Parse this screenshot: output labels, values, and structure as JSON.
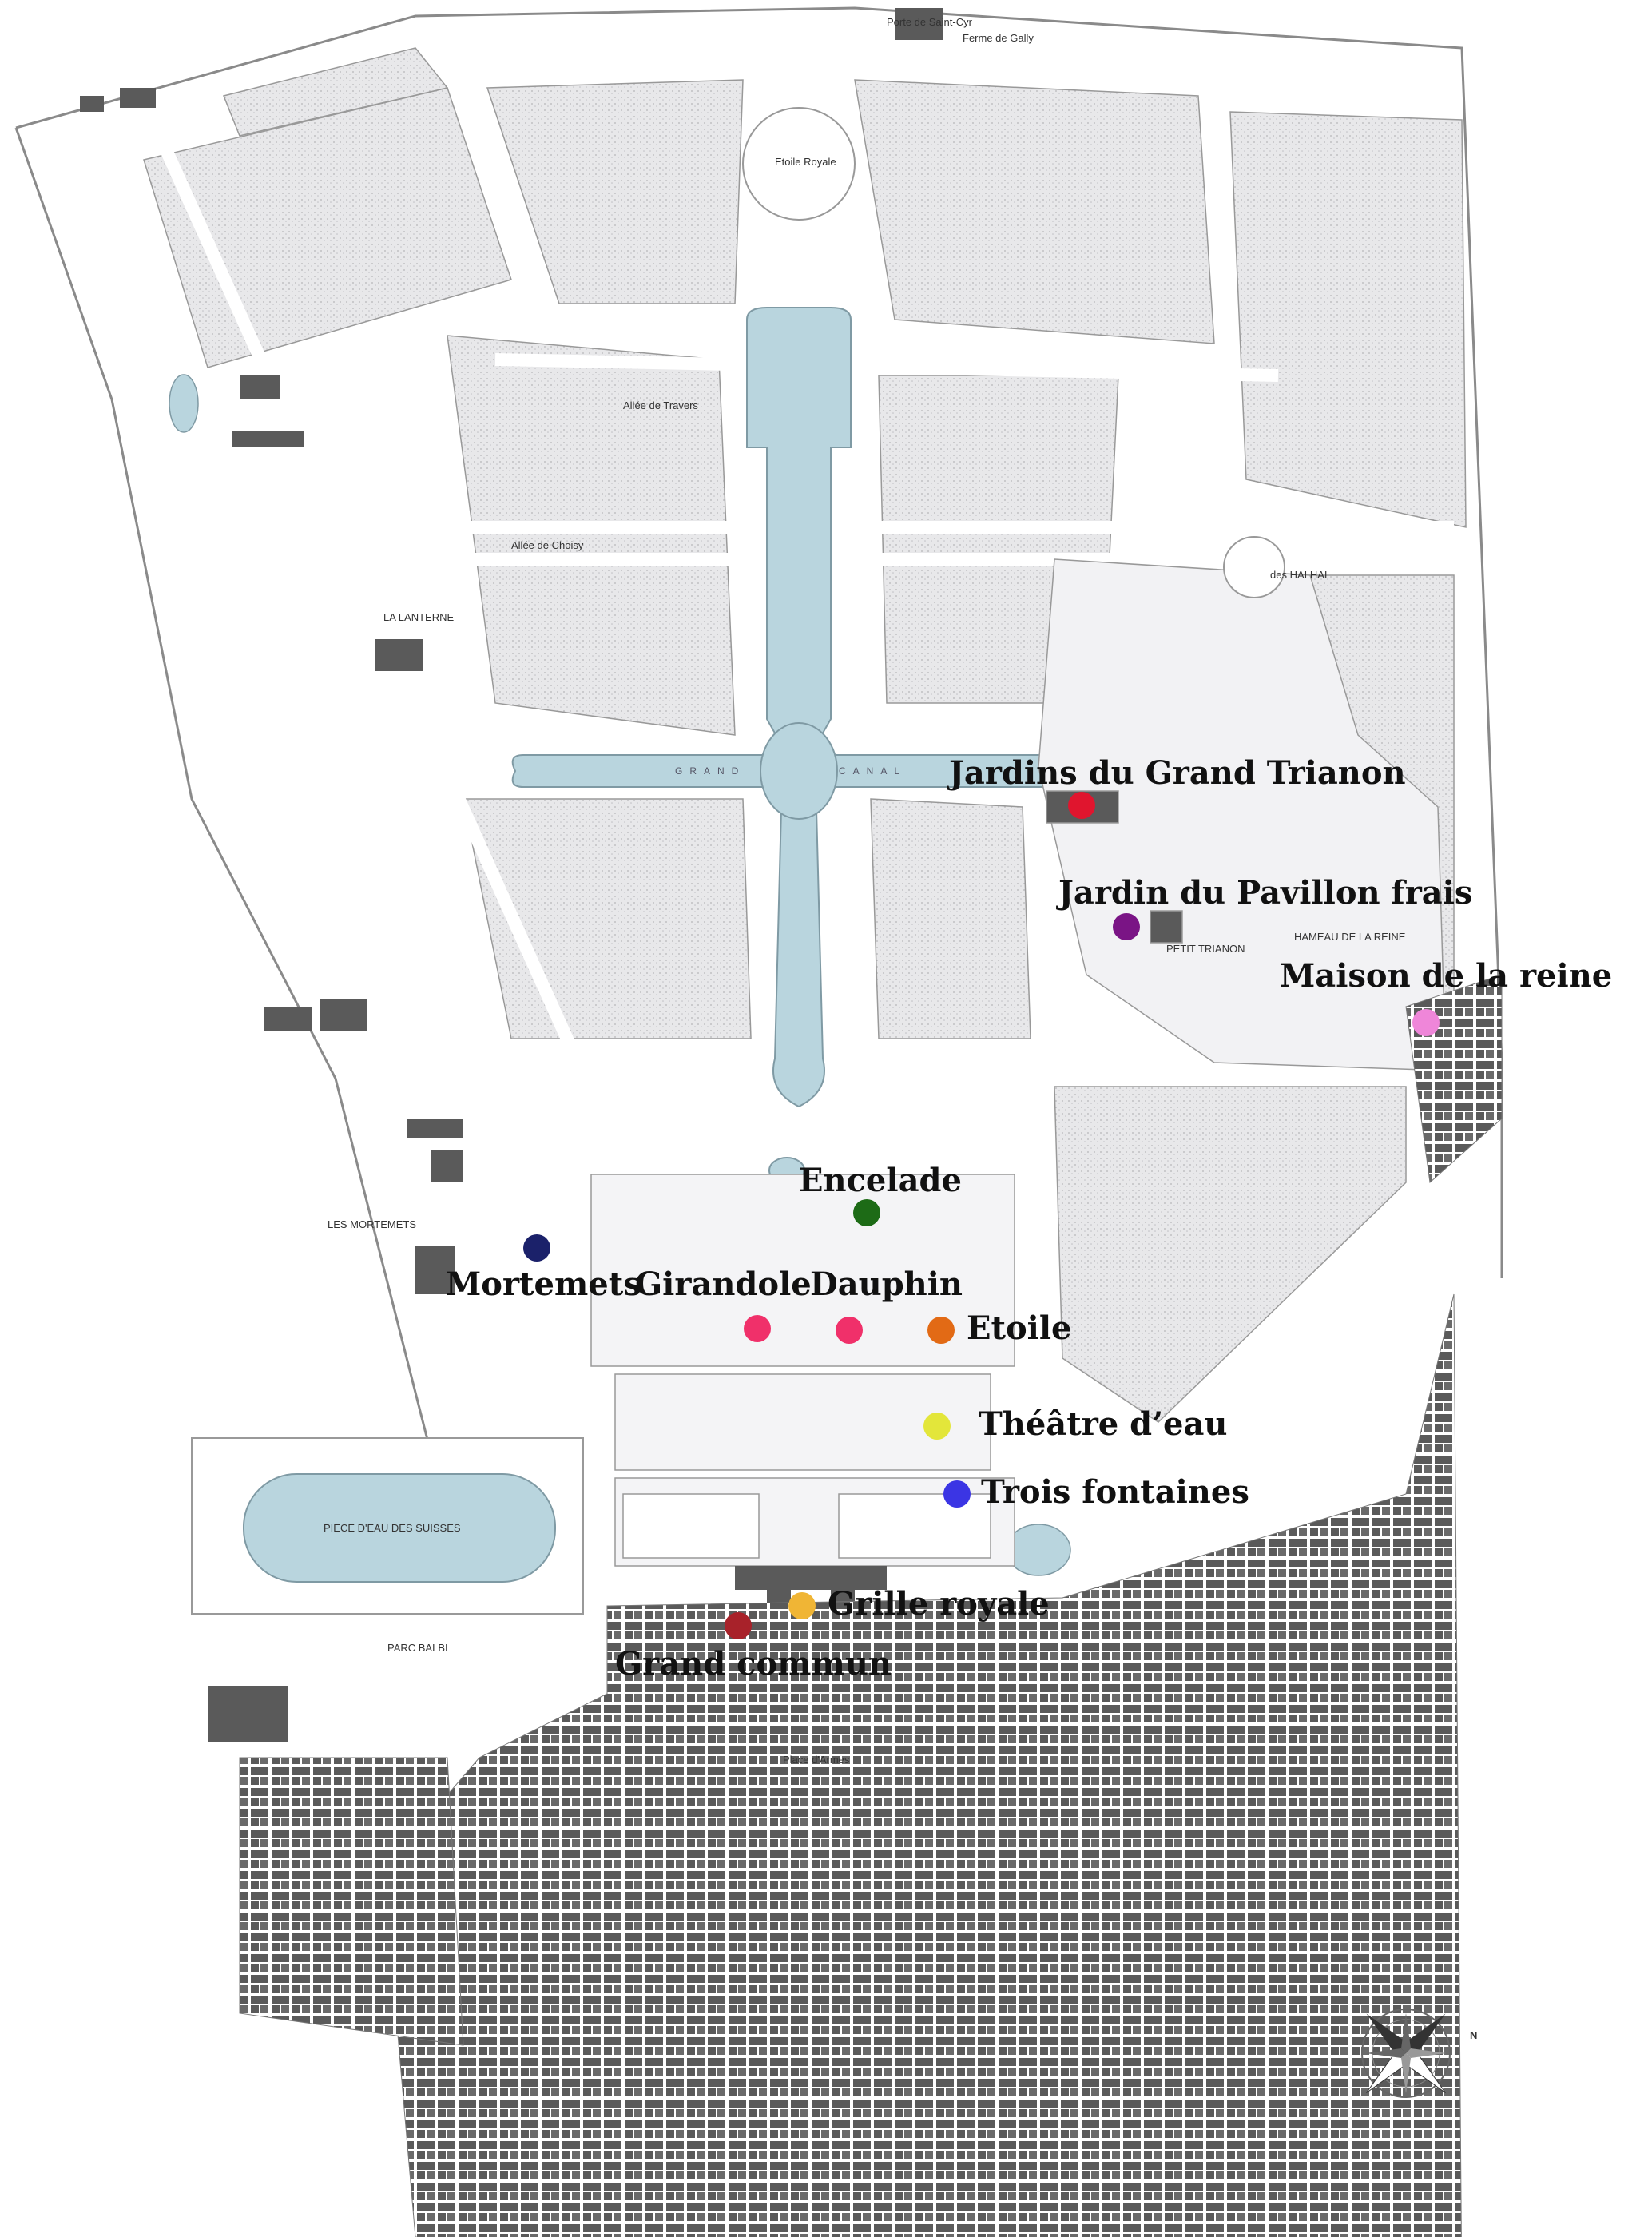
{
  "map": {
    "colors": {
      "water": "#b9d5de",
      "woods": "#e6e6e8",
      "buildings": "#585858",
      "roads": "#ffffff",
      "outline": "#8a8a8a"
    },
    "small_labels": {
      "grand_canal_left": "GRAND",
      "grand_canal_right": "CANAL",
      "piece_eau": "PIECE D'EAU DES SUISSES",
      "les_mortemets": "LES MORTEMETS",
      "la_lanterne": "LA LANTERNE",
      "parc_balbi": "PARC BALBI",
      "petit_trianon": "PETIT TRIANON",
      "hameau": "HAMEAU DE LA REINE",
      "etoile_royale": "Etoile Royale",
      "allee_de_choisy": "Allée de Choisy",
      "allee_de_travers": "Allée de Travers",
      "des_hai_hai": "des HAI HAI",
      "place_armes": "Place d'Armes",
      "porte_st_cyr": "Porte de Saint-Cyr",
      "ferme_de_gally": "Ferme de Gally"
    },
    "points": [
      {
        "label": "Jardins du Grand Trianon",
        "color": "#e0152e",
        "icon": "site-marker"
      },
      {
        "label": "Jardin du Pavillon frais",
        "color": "#7a1485",
        "icon": "site-marker"
      },
      {
        "label": "Maison de la reine",
        "color": "#ef86d9",
        "icon": "site-marker"
      },
      {
        "label": "Encelade",
        "color": "#1d6b16",
        "icon": "site-marker"
      },
      {
        "label": "Mortemets",
        "color": "#1b216a",
        "icon": "site-marker"
      },
      {
        "label": "Girandole",
        "color": "#f0306a",
        "icon": "site-marker"
      },
      {
        "label": "Dauphin",
        "color": "#f0306a",
        "icon": "site-marker"
      },
      {
        "label": "Etoile",
        "color": "#e26a15",
        "icon": "site-marker"
      },
      {
        "label": "Théâtre d’eau",
        "color": "#e3e63a",
        "icon": "site-marker"
      },
      {
        "label": "Trois fontaines",
        "color": "#3b35e4",
        "icon": "site-marker"
      },
      {
        "label": "Grille royale",
        "color": "#f0b535",
        "icon": "site-marker"
      },
      {
        "label": "Grand commun",
        "color": "#a8222a",
        "icon": "site-marker"
      }
    ],
    "compass": {
      "icon": "compass-rose-icon",
      "north": "N"
    }
  }
}
